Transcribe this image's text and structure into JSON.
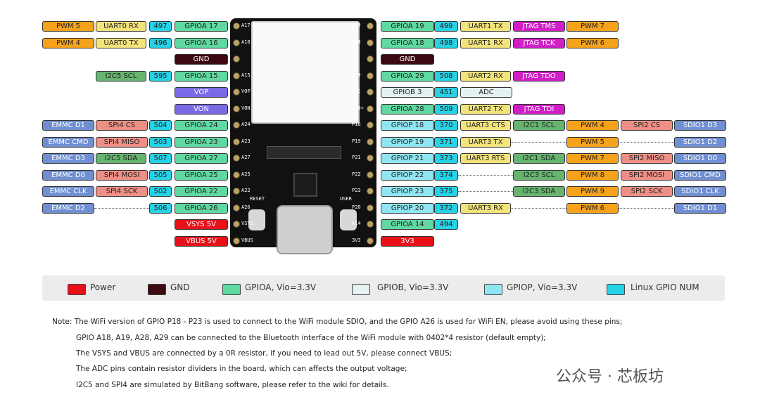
{
  "colors": {
    "power": "#e8111a",
    "gnd": "#3c0a10",
    "gpioa": "#5fd9a1",
    "gpiob": "#e4f3f1",
    "gpiop": "#8fe6f3",
    "linux_num": "#26d2e6",
    "pwm": "#f7a21b",
    "uart": "#f3e37b",
    "emmc": "#6f8fd2",
    "spi": "#ee8f85",
    "i2c": "#66b46f",
    "vop": "#7a6ae6",
    "jtag": "#d11fc8",
    "adc": "#e4f3f1"
  },
  "left_rows": [
    {
      "labels": [
        {
          "text": "PWM 5",
          "type": "pwm"
        },
        {
          "text": "UART0 RX",
          "type": "uart"
        },
        {
          "text": "497",
          "type": "num"
        },
        {
          "text": "GPIOA 17",
          "type": "gpioa"
        }
      ]
    },
    {
      "labels": [
        {
          "text": "PWM 4",
          "type": "pwm"
        },
        {
          "text": "UART0 TX",
          "type": "uart"
        },
        {
          "text": "496",
          "type": "num"
        },
        {
          "text": "GPIOA 16",
          "type": "gpioa"
        }
      ]
    },
    {
      "labels": [
        {
          "text": "GND",
          "type": "gnd"
        }
      ]
    },
    {
      "labels": [
        {
          "text": "I2C5 SCL",
          "type": "i2c"
        },
        {
          "text": "595",
          "type": "num"
        },
        {
          "text": "GPIOA 15",
          "type": "gpioa"
        }
      ]
    },
    {
      "labels": [
        {
          "text": "VOP",
          "type": "vop"
        }
      ]
    },
    {
      "labels": [
        {
          "text": "VON",
          "type": "vop"
        }
      ]
    },
    {
      "labels": [
        {
          "text": "EMMC D1",
          "type": "emmc"
        },
        {
          "text": "SPI4 CS",
          "type": "spi"
        },
        {
          "text": "504",
          "type": "num"
        },
        {
          "text": "GPIOA 24",
          "type": "gpioa"
        }
      ]
    },
    {
      "labels": [
        {
          "text": "EMMC CMD",
          "type": "emmc"
        },
        {
          "text": "SPI4 MISO",
          "type": "spi"
        },
        {
          "text": "503",
          "type": "num"
        },
        {
          "text": "GPIOA 23",
          "type": "gpioa"
        }
      ]
    },
    {
      "labels": [
        {
          "text": "EMMC D3",
          "type": "emmc"
        },
        {
          "text": "I2C5 SDA",
          "type": "i2c"
        },
        {
          "text": "507",
          "type": "num"
        },
        {
          "text": "GPIOA 27",
          "type": "gpioa"
        }
      ]
    },
    {
      "labels": [
        {
          "text": "EMMC D0",
          "type": "emmc"
        },
        {
          "text": "SPI4 MOSI",
          "type": "spi"
        },
        {
          "text": "505",
          "type": "num"
        },
        {
          "text": "GPIOA 25",
          "type": "gpioa"
        }
      ]
    },
    {
      "labels": [
        {
          "text": "EMMC CLK",
          "type": "emmc"
        },
        {
          "text": "SPI4 SCK",
          "type": "spi"
        },
        {
          "text": "502",
          "type": "num"
        },
        {
          "text": "GPIOA 22",
          "type": "gpioa"
        }
      ]
    },
    {
      "labels": [
        {
          "text": "EMMC D2",
          "type": "emmc"
        },
        {
          "text": "506",
          "type": "num"
        },
        {
          "text": "GPIOA 26",
          "type": "gpioa"
        }
      ]
    },
    {
      "labels": [
        {
          "text": "VSYS 5V",
          "type": "power"
        }
      ]
    },
    {
      "labels": [
        {
          "text": "VBUS 5V",
          "type": "power"
        }
      ]
    }
  ],
  "right_rows": [
    {
      "labels": [
        {
          "text": "GPIOA 19",
          "type": "gpioa"
        },
        {
          "text": "499",
          "type": "num"
        },
        {
          "text": "UART1 TX",
          "type": "uart"
        },
        {
          "text": "JTAG TMS",
          "type": "jtag"
        },
        {
          "text": "PWM 7",
          "type": "pwm"
        }
      ]
    },
    {
      "labels": [
        {
          "text": "GPIOA 18",
          "type": "gpioa"
        },
        {
          "text": "498",
          "type": "num"
        },
        {
          "text": "UART1 RX",
          "type": "uart"
        },
        {
          "text": "JTAG TCK",
          "type": "jtag"
        },
        {
          "text": "PWM 6",
          "type": "pwm"
        }
      ]
    },
    {
      "labels": [
        {
          "text": "GND",
          "type": "gnd"
        }
      ]
    },
    {
      "labels": [
        {
          "text": "GPIOA 29",
          "type": "gpioa"
        },
        {
          "text": "508",
          "type": "num"
        },
        {
          "text": "UART2 RX",
          "type": "uart"
        },
        {
          "text": "JTAG TDO",
          "type": "jtag"
        }
      ]
    },
    {
      "labels": [
        {
          "text": "GPIOB 3",
          "type": "gpiob"
        },
        {
          "text": "451",
          "type": "num"
        },
        {
          "text": "ADC",
          "type": "adc"
        }
      ]
    },
    {
      "labels": [
        {
          "text": "GPIOA 28",
          "type": "gpioa"
        },
        {
          "text": "509",
          "type": "num"
        },
        {
          "text": "UART2 TX",
          "type": "uart"
        },
        {
          "text": "JTAG TDI",
          "type": "jtag"
        }
      ]
    },
    {
      "labels": [
        {
          "text": "GPIOP 18",
          "type": "gpiop"
        },
        {
          "text": "370",
          "type": "num"
        },
        {
          "text": "UART3 CTS",
          "type": "uart"
        },
        {
          "text": "I2C1 SCL",
          "type": "i2c"
        },
        {
          "text": "PWM 4",
          "type": "pwm"
        },
        {
          "text": "SPI2 CS",
          "type": "spi"
        },
        {
          "text": "SDIO1 D3",
          "type": "emmc"
        }
      ]
    },
    {
      "labels": [
        {
          "text": "GPIOP 19",
          "type": "gpiop"
        },
        {
          "text": "371",
          "type": "num"
        },
        {
          "text": "UART3 TX",
          "type": "uart"
        },
        {
          "text": "PWM 5",
          "type": "pwm"
        },
        {
          "text": "SDIO1 D2",
          "type": "emmc"
        }
      ]
    },
    {
      "labels": [
        {
          "text": "GPIOP 21",
          "type": "gpiop"
        },
        {
          "text": "373",
          "type": "num"
        },
        {
          "text": "UART3 RTS",
          "type": "uart"
        },
        {
          "text": "I2C1 SDA",
          "type": "i2c"
        },
        {
          "text": "PWM 7",
          "type": "pwm"
        },
        {
          "text": "SPI2 MISO",
          "type": "spi"
        },
        {
          "text": "SDIO1 D0",
          "type": "emmc"
        }
      ]
    },
    {
      "labels": [
        {
          "text": "GPIOP 22",
          "type": "gpiop"
        },
        {
          "text": "374",
          "type": "num"
        },
        {
          "text": "I2C3 SCL",
          "type": "i2c"
        },
        {
          "text": "PWM 8",
          "type": "pwm"
        },
        {
          "text": "SPI2 MOSI",
          "type": "spi"
        },
        {
          "text": "SDIO1 CMD",
          "type": "emmc"
        }
      ]
    },
    {
      "labels": [
        {
          "text": "GPIOP 23",
          "type": "gpiop"
        },
        {
          "text": "375",
          "type": "num"
        },
        {
          "text": "I2C3 SDA",
          "type": "i2c"
        },
        {
          "text": "PWM 9",
          "type": "pwm"
        },
        {
          "text": "SPI2 SCK",
          "type": "spi"
        },
        {
          "text": "SDIO1 CLK",
          "type": "emmc"
        }
      ]
    },
    {
      "labels": [
        {
          "text": "GPIOP 20",
          "type": "gpiop"
        },
        {
          "text": "372",
          "type": "num"
        },
        {
          "text": "UART3 RX",
          "type": "uart"
        },
        {
          "text": "PWM 6",
          "type": "pwm"
        },
        {
          "text": "SDIO1 D1",
          "type": "emmc"
        }
      ]
    },
    {
      "labels": [
        {
          "text": "GPIOA 14",
          "type": "gpioa"
        },
        {
          "text": "494",
          "type": "num"
        }
      ]
    },
    {
      "labels": [
        {
          "text": "3V3",
          "type": "power"
        }
      ]
    }
  ],
  "board": {
    "left_silk": [
      "A17",
      "A16",
      "",
      "A15",
      "VOP",
      "VON",
      "A24",
      "A23",
      "A27",
      "A25",
      "A22",
      "A26",
      "VSYS",
      "VBUS"
    ],
    "right_silk": [
      "A19",
      "A18",
      "",
      "A29",
      "ADC",
      "A28+",
      "P18",
      "P19",
      "P21",
      "P22",
      "P23",
      "P20",
      "A14",
      "3V3"
    ],
    "reset_label": "RESET",
    "user_label": "USER"
  },
  "legend": [
    {
      "text": "Power",
      "type": "power"
    },
    {
      "text": "GND",
      "type": "gnd"
    },
    {
      "text": "GPIOA, Vio=3.3V",
      "type": "gpioa"
    },
    {
      "text": "GPIOB, Vio=3.3V",
      "type": "gpiob"
    },
    {
      "text": "GPIOP, Vio=3.3V",
      "type": "gpiop"
    },
    {
      "text": "Linux GPIO NUM",
      "type": "num"
    }
  ],
  "notes": [
    "Note: The WiFi version of GPIO P18 - P23 is used to connect to the WiFi module SDIO, and the GPIO A26 is used for WiFi EN, please avoid using these pins;",
    "GPIO A18, A19, A28, A29 can be connected to the Bluetooth interface of the WiFi module with 0402*4 resistor (default empty);",
    "The VSYS and VBUS are connected by a 0R resistor, if you need to lead out 5V, please connect VBUS;",
    "The ADC pins contain resistor dividers in the board, which can affects the output voltage;",
    "I2C5 and SPI4 are simulated by BitBang software, please refer to the wiki for details."
  ],
  "watermark": "公众号 · 芯板坊"
}
